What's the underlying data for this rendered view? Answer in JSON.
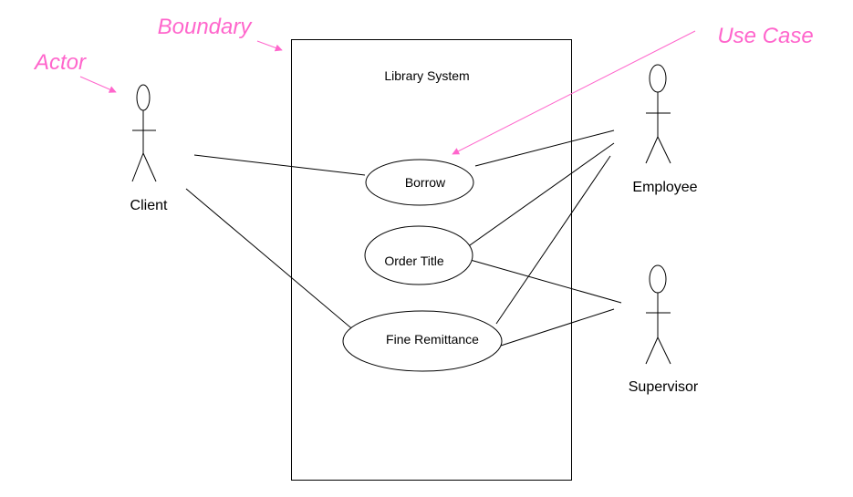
{
  "colors": {
    "ink": "#000000",
    "annotation": "#ff66cc",
    "background": "#ffffff"
  },
  "annotations": {
    "boundary": "Boundary",
    "actor": "Actor",
    "use_case": "Use Case"
  },
  "system": {
    "title": "Library System"
  },
  "use_cases": [
    {
      "id": "borrow",
      "label": "Borrow"
    },
    {
      "id": "order-title",
      "label": "Order Title"
    },
    {
      "id": "fine-remittance",
      "label": "Fine Remittance"
    }
  ],
  "actors": [
    {
      "id": "client",
      "label": "Client"
    },
    {
      "id": "employee",
      "label": "Employee"
    },
    {
      "id": "supervisor",
      "label": "Supervisor"
    }
  ],
  "associations": [
    {
      "actor": "client",
      "use_case": "borrow"
    },
    {
      "actor": "client",
      "use_case": "fine-remittance"
    },
    {
      "actor": "employee",
      "use_case": "borrow"
    },
    {
      "actor": "employee",
      "use_case": "order-title"
    },
    {
      "actor": "employee",
      "use_case": "fine-remittance"
    },
    {
      "actor": "supervisor",
      "use_case": "order-title"
    },
    {
      "actor": "supervisor",
      "use_case": "fine-remittance"
    }
  ]
}
